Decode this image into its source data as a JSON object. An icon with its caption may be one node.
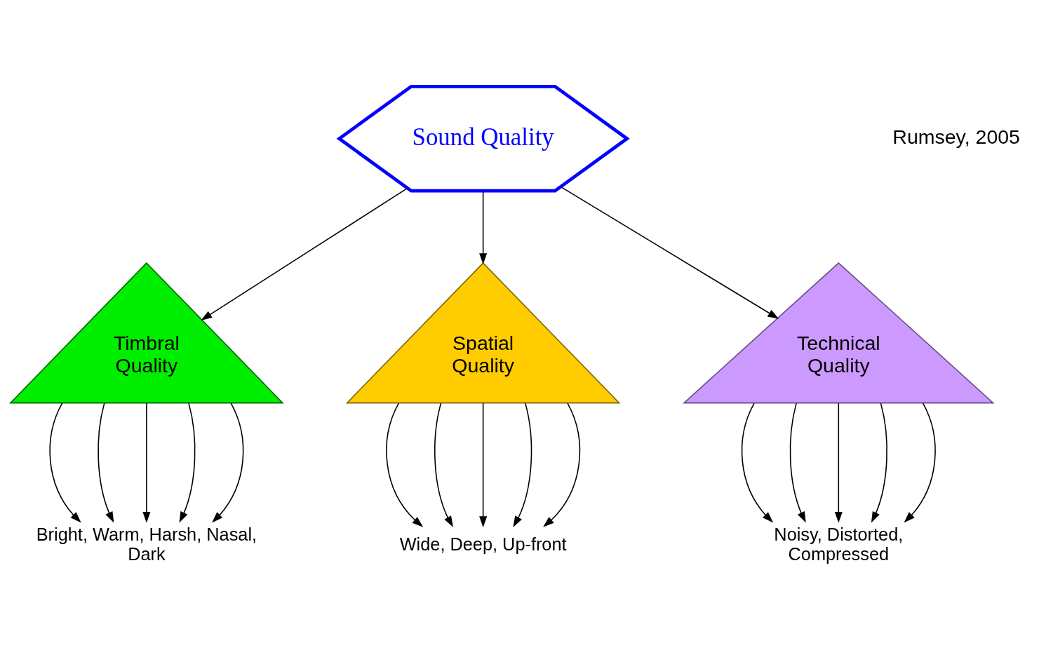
{
  "diagram": {
    "nodes": [
      {
        "text": [
          "Sound Quality"
        ]
      },
      {
        "text": [
          "Timbral Quality"
        ]
      },
      {
        "text": [
          "Spatial Quality"
        ]
      },
      {
        "text": [
          "Technical Quality"
        ]
      },
      {
        "text": [
          "Bright, Warm, Harsh, Nasal, Dark"
        ]
      },
      {
        "text": [
          "Wide, Deep, Up-front"
        ]
      },
      {
        "text": [
          "Noisy, Distorted, Compressed"
        ]
      }
    ],
    "edges": [
      {
        "from": 0,
        "to": 1,
        "arrow": "to"
      },
      {
        "from": 0,
        "to": 2,
        "arrow": "to"
      },
      {
        "from": 0,
        "to": 3,
        "arrow": "to"
      },
      {
        "from": 1,
        "to": 4,
        "arrow": "to"
      },
      {
        "from": 1,
        "to": 4,
        "arrow": "to"
      },
      {
        "from": 1,
        "to": 4,
        "arrow": "to"
      },
      {
        "from": 1,
        "to": 4,
        "arrow": "to"
      },
      {
        "from": 1,
        "to": 4,
        "arrow": "to"
      },
      {
        "from": 2,
        "to": 5,
        "arrow": "to"
      },
      {
        "from": 2,
        "to": 5,
        "arrow": "to"
      },
      {
        "from": 2,
        "to": 5,
        "arrow": "to"
      },
      {
        "from": 2,
        "to": 5,
        "arrow": "to"
      },
      {
        "from": 2,
        "to": 5,
        "arrow": "to"
      },
      {
        "from": 3,
        "to": 6,
        "arrow": "to"
      },
      {
        "from": 3,
        "to": 6,
        "arrow": "to"
      },
      {
        "from": 3,
        "to": 6,
        "arrow": "to"
      },
      {
        "from": 3,
        "to": 6,
        "arrow": "to"
      },
      {
        "from": 3,
        "to": 6,
        "arrow": "to"
      }
    ],
    "labels": [
      "Rumsey, 2005"
    ]
  }
}
